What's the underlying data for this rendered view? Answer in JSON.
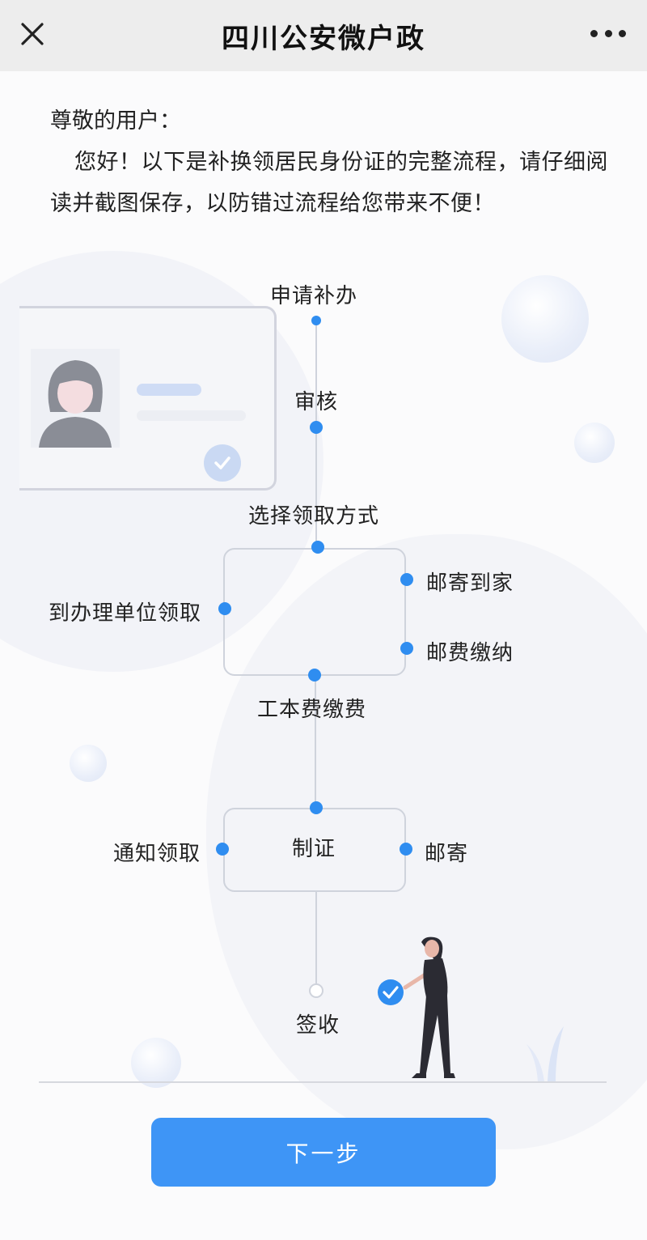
{
  "header": {
    "title": "四川公安微户政"
  },
  "greeting": {
    "salutation": "尊敬的用户：",
    "body": "您好！以下是补换领居民身份证的完整流程，请仔细阅读并截图保存，以防错过流程给您带来不便！"
  },
  "flow": {
    "step_apply": "申请补办",
    "step_review": "审核",
    "step_choose": "选择领取方式",
    "option_pickup": "到办理单位领取",
    "option_mail_home": "邮寄到家",
    "option_postage": "邮费缴纳",
    "step_fee": "工本费缴费",
    "step_make": "制证",
    "option_notify": "通知领取",
    "option_mail": "邮寄",
    "step_sign": "签收"
  },
  "footer": {
    "next_label": "下一步"
  },
  "colors": {
    "accent": "#3e95f6",
    "dot": "#2f8df0",
    "header_bg": "#ededed"
  }
}
